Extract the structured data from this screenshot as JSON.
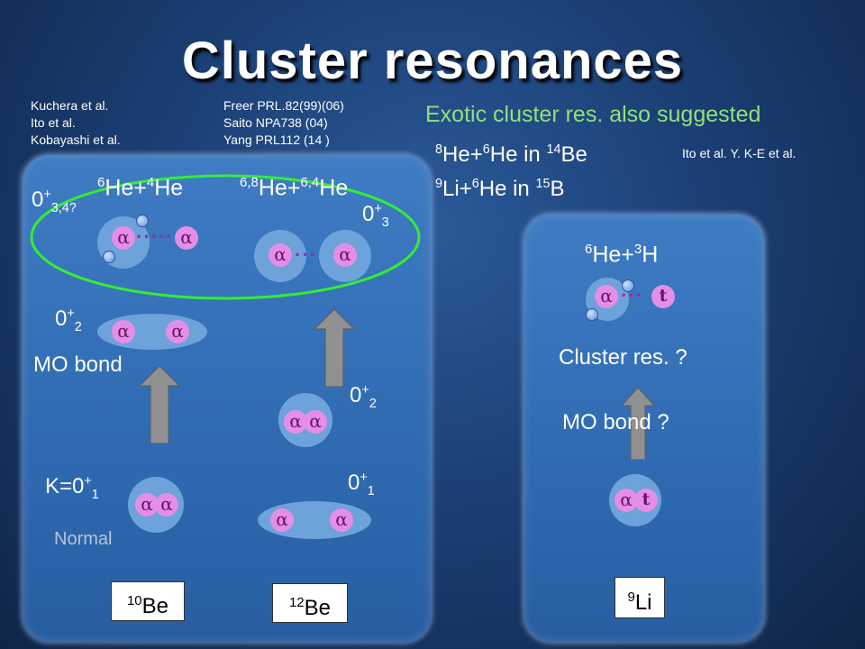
{
  "title": "Cluster resonances",
  "refs_left": [
    "Kuchera et al.",
    "Ito et al.",
    "Kobayashi et al."
  ],
  "refs_mid": [
    "Freer PRL.82(99)(06)",
    "Saito NPA738 (04)",
    "Yang PRL112 (14 )"
  ],
  "refs_right": "Ito et al. Y. K-E et al.",
  "exotic_heading": "Exotic cluster res. also suggested",
  "exotic_line1": {
    "a_mass": "8",
    "a": "He+",
    "b_mass": "6",
    "b": "He in ",
    "c_mass": "14",
    "c": "Be"
  },
  "exotic_line2": {
    "a_mass": "9",
    "a": "Li+",
    "b_mass": "6",
    "b": "He in ",
    "c_mass": "15",
    "c": "B"
  },
  "be10": {
    "label_mass": "10",
    "label": "Be",
    "state_03_main": "0",
    "state_03_sup": "+",
    "state_03_sub": "3,4?",
    "cluster_mass1": "6",
    "cluster_1": "He+",
    "cluster_mass2": "4",
    "cluster_2": "He",
    "state_02_main": "0",
    "state_02_sup": "+",
    "state_02_sub": "2",
    "mo_bond": "MO bond",
    "ground_prefix": "K=0",
    "ground_sup": "+",
    "ground_sub": "1",
    "normal": "Normal"
  },
  "be12": {
    "label_mass": "12",
    "label": "Be",
    "cluster_mass1": "6,8",
    "cluster_1": "He+",
    "cluster_mass2": "6,4",
    "cluster_2": "He",
    "state_03_main": "0",
    "state_03_sup": "+",
    "state_03_sub": "3",
    "state_02_main": "0",
    "state_02_sup": "+",
    "state_02_sub": "2",
    "state_01_main": "0",
    "state_01_sup": "+",
    "state_01_sub": "1"
  },
  "li9": {
    "label_mass": "9",
    "label": "Li",
    "cluster_mass1": "6",
    "cluster_1": "He+",
    "cluster_mass2": "3",
    "cluster_2": "H",
    "cluster_res": "Cluster res. ?",
    "mo_bond": "MO bond ?"
  },
  "alpha_symbol": "α",
  "triton_symbol": "t",
  "colors": {
    "panel": "#3a76bd",
    "alpha": "#e48ee8",
    "highlight_ellipse": "#33ee33",
    "arrow": "#8f8f8f"
  }
}
